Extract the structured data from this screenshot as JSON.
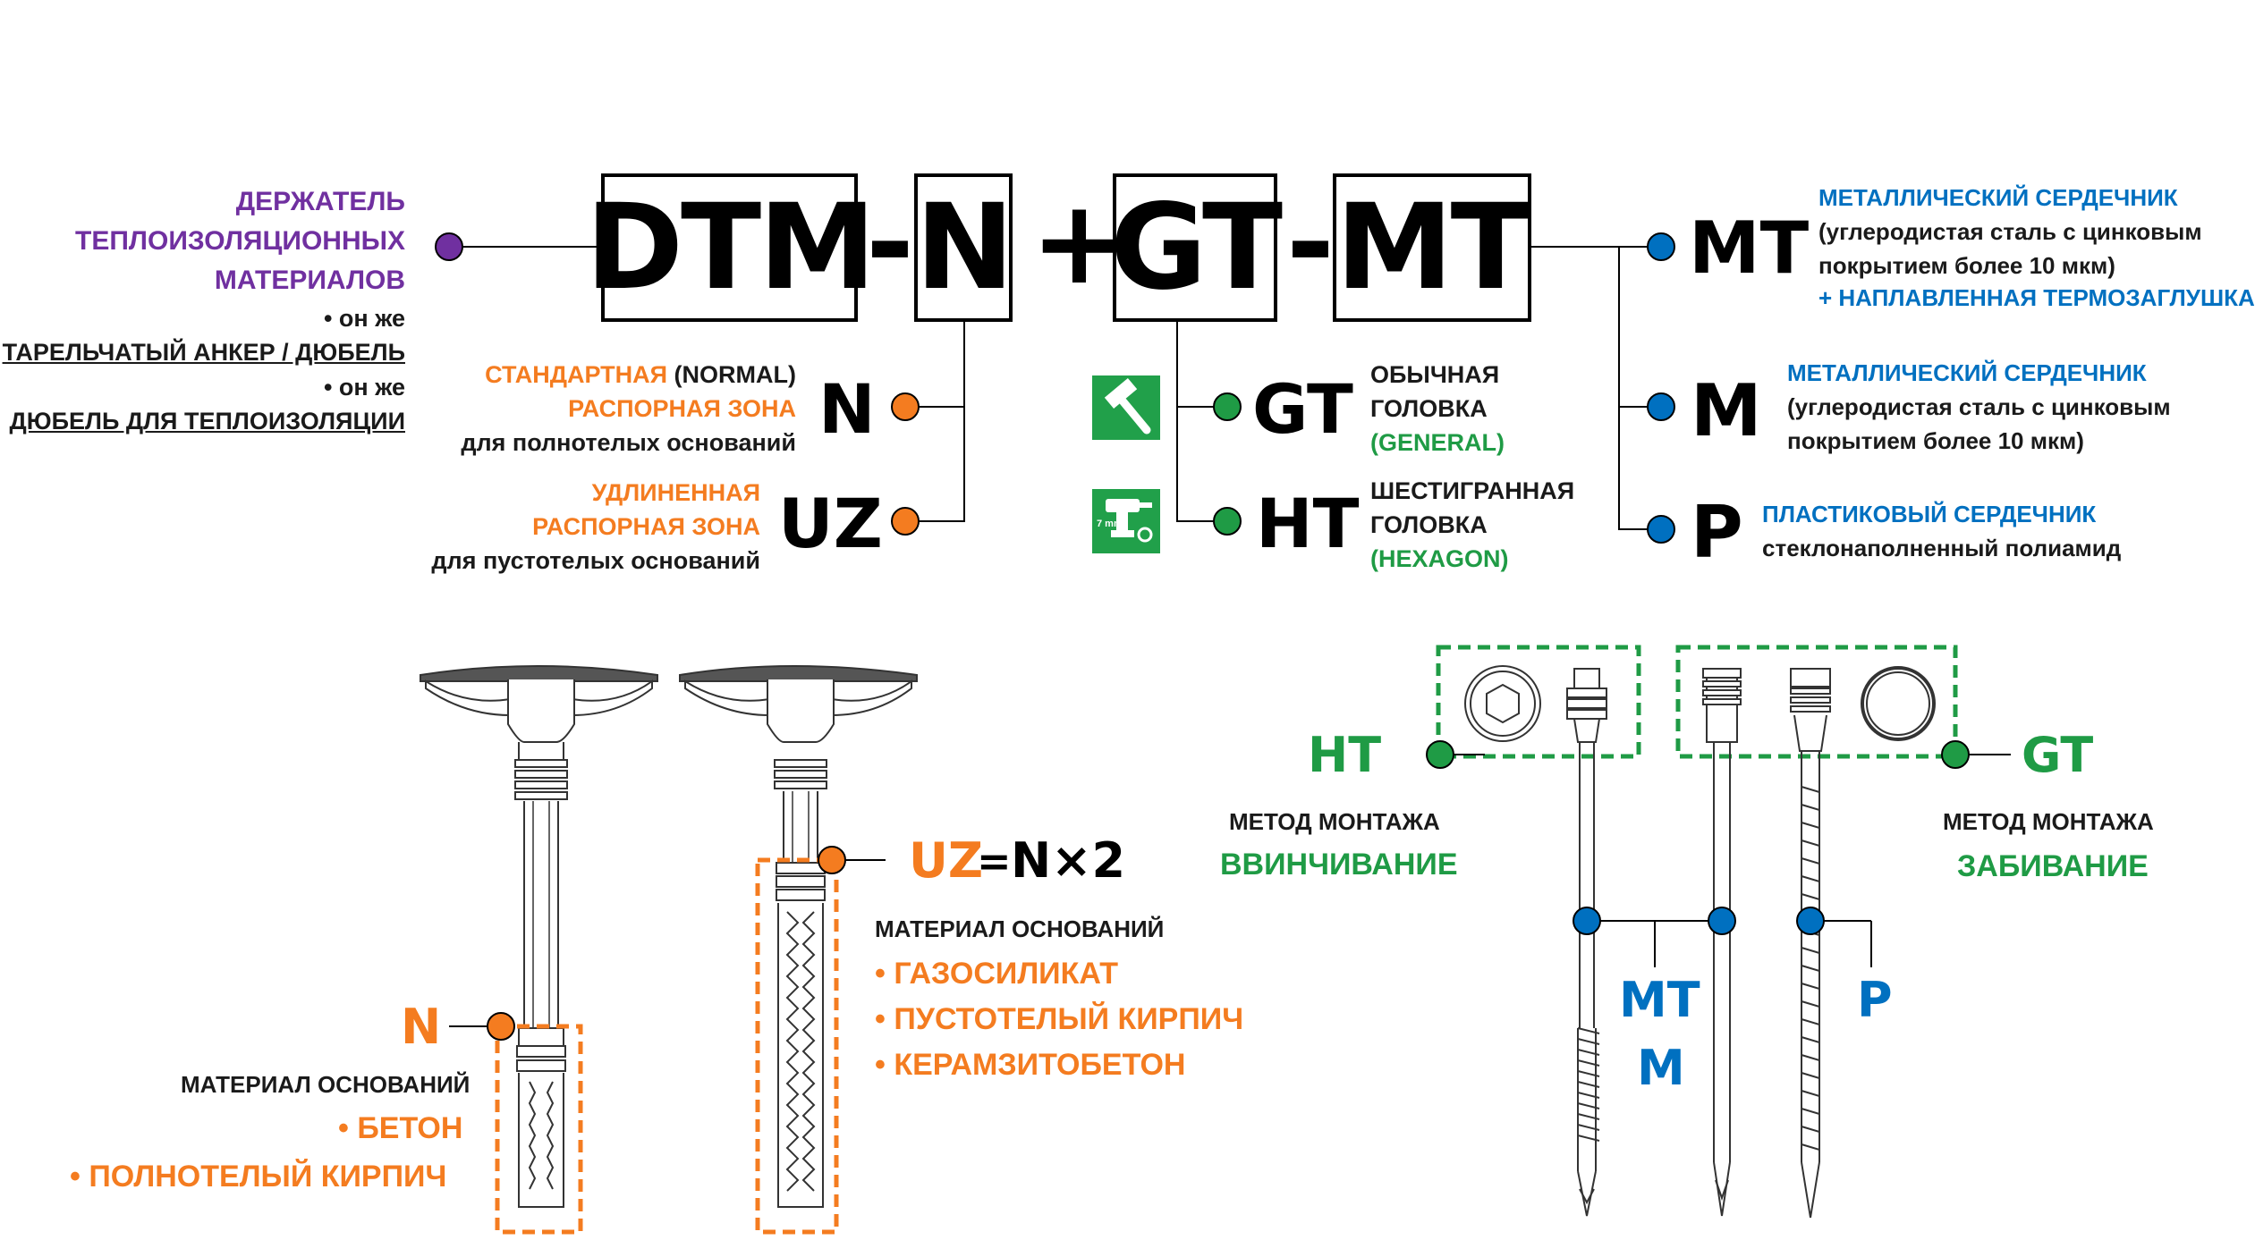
{
  "formula": {
    "parts": [
      "DTM",
      "N",
      "GT",
      "MT"
    ],
    "separators": [
      "-",
      "+",
      "-"
    ]
  },
  "left_label": {
    "lines": [
      "ДЕРЖАТЕЛЬ",
      "ТЕПЛОИЗОЛЯЦИОННЫХ",
      "МАТЕРИАЛОВ"
    ],
    "alias1_prefix": "•   он же",
    "alias1": "ТАРЕЛЬЧАТЫЙ АНКЕР / ДЮБЕЛЬ",
    "alias2_prefix": "•   он же",
    "alias2": "ДЮБЕЛЬ ДЛЯ ТЕПЛОИЗОЛЯЦИИ"
  },
  "zone": {
    "n_code": "N",
    "n_line1_a": "СТАНДАРТНАЯ",
    "n_line1_b": " (NORMAL)",
    "n_line2": "РАСПОРНАЯ ЗОНА",
    "n_line3": "для полнотелых оснований",
    "uz_code": "UZ",
    "uz_line1": "УДЛИНЕННАЯ",
    "uz_line2": "РАСПОРНАЯ ЗОНА",
    "uz_line3": "для пустотелых оснований"
  },
  "head": {
    "gt_code": "GT",
    "gt_line1": "ОБЫЧНАЯ",
    "gt_line2": "ГОЛОВКА",
    "gt_line3": "(GENERAL)",
    "ht_code": "HT",
    "ht_line1": "ШЕСТИГРАННАЯ",
    "ht_line2": "ГОЛОВКА",
    "ht_line3": "(HEXAGON)",
    "drill_label": "7 mm",
    "icons": [
      "hammer-icon",
      "drill-icon"
    ]
  },
  "core": {
    "mt_code": "MT",
    "mt_line1": "МЕТАЛЛИЧЕСКИЙ СЕРДЕЧНИК",
    "mt_line2": "(углеродистая сталь с цинковым",
    "mt_line3": "покрытием более 10 мкм)",
    "mt_line4": "+ НАПЛАВЛЕННАЯ ТЕРМОЗАГЛУШКА",
    "m_code": "M",
    "m_line1": "МЕТАЛЛИЧЕСКИЙ СЕРДЕЧНИК",
    "m_line2": "(углеродистая сталь с цинковым",
    "m_line3": "покрытием более 10 мкм)",
    "p_code": "P",
    "p_line1": "ПЛАСТИКОВЫЙ СЕРДЕЧНИК",
    "p_line2": "стеклонаполненный полиамид"
  },
  "dowel_n": {
    "code": "N",
    "material_title": "МАТЕРИАЛ ОСНОВАНИЙ",
    "materials": [
      "•  БЕТОН",
      "•  ПОЛНОТЕЛЫЙ КИРПИЧ"
    ]
  },
  "dowel_uz": {
    "code": "UZ",
    "equals": "=",
    "formula": "N×2",
    "material_title": "МАТЕРИАЛ ОСНОВАНИЙ",
    "materials": [
      "•  ГАЗОСИЛИКАТ",
      "•  ПУСТОТЕЛЫЙ КИРПИЧ",
      "•  КЕРАМЗИТОБЕТОН"
    ]
  },
  "install": {
    "ht_code": "HT",
    "ht_title": "МЕТОД МОНТАЖА",
    "ht_method": "ВВИНЧИВАНИЕ",
    "gt_code": "GT",
    "gt_title": "МЕТОД МОНТАЖА",
    "gt_method": "ЗАБИВАНИЕ",
    "mt_code": "MT",
    "m_code": "M",
    "p_code": "P"
  },
  "colors": {
    "purple": "#7030a0",
    "orange": "#f47c20",
    "green": "#1f9b45",
    "blue": "#0070c0",
    "icon_green": "#21a04a"
  }
}
